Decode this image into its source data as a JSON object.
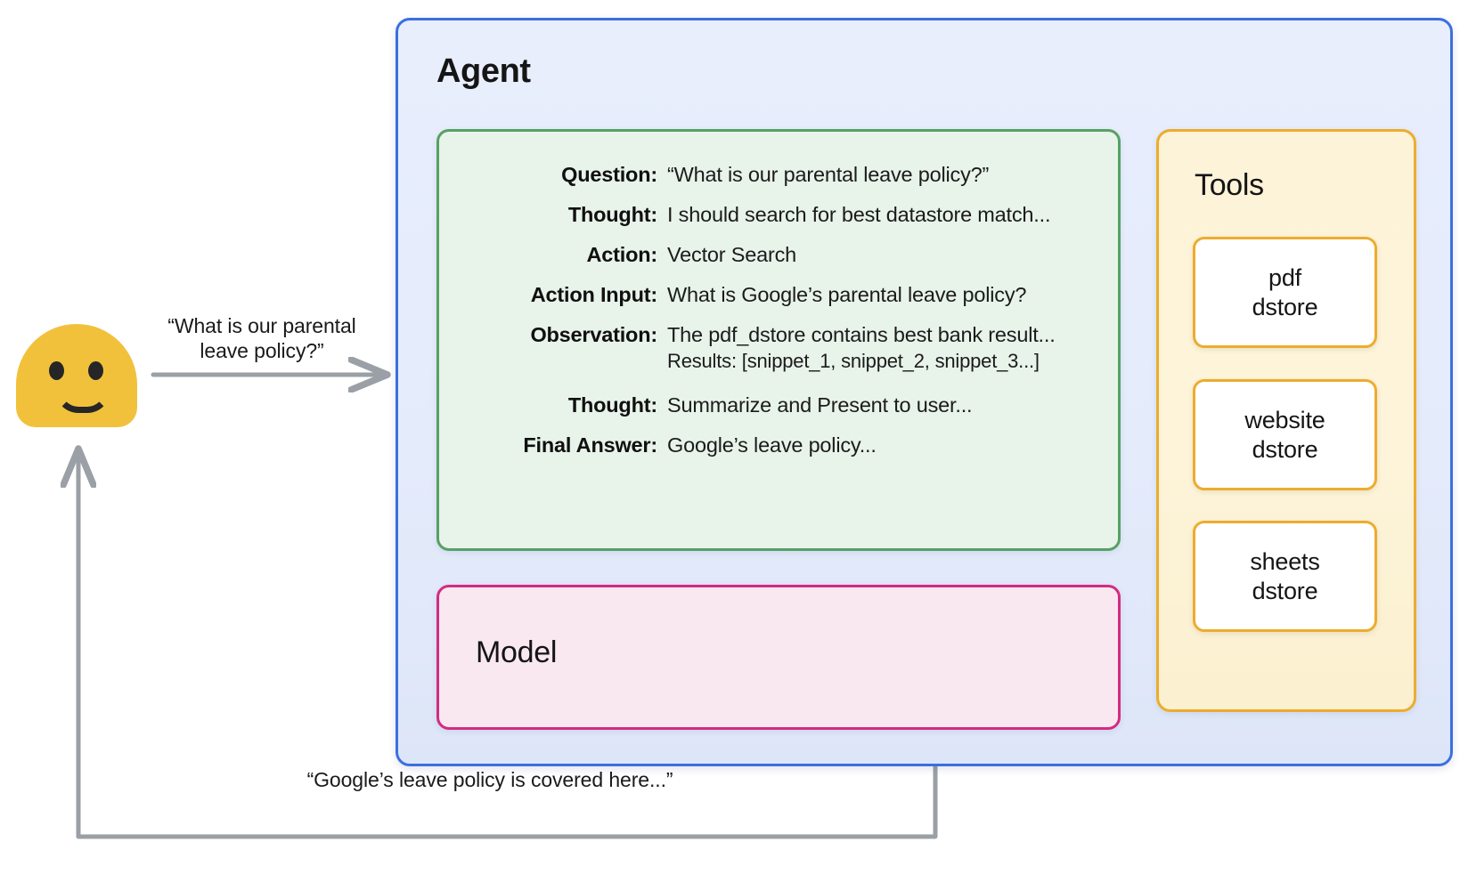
{
  "user": {
    "avatar_name": "user-avatar",
    "request_text": "“What is our parental leave policy?”",
    "response_text": "“Google’s leave policy is covered here...”"
  },
  "agent": {
    "title": "Agent",
    "trace": {
      "rows": [
        {
          "label": "Question:",
          "value": "“What is our parental leave policy?”",
          "sub": ""
        },
        {
          "label": "Thought:",
          "value": "I should search for best datastore match...",
          "sub": ""
        },
        {
          "label": "Action:",
          "value": "Vector Search",
          "sub": ""
        },
        {
          "label": "Action Input:",
          "value": "What is Google’s parental leave policy?",
          "sub": ""
        },
        {
          "label": "Observation:",
          "value": "The pdf_dstore contains best bank result...",
          "sub": "Results: [snippet_1, snippet_2, snippet_3...]"
        },
        {
          "label": "Thought:",
          "value": "Summarize and Present to user...",
          "sub": ""
        },
        {
          "label": "Final Answer:",
          "value": "Google’s leave policy...",
          "sub": ""
        }
      ]
    },
    "model": {
      "title": "Model"
    },
    "tools": {
      "title": "Tools",
      "items": [
        {
          "line1": "pdf",
          "line2": "dstore"
        },
        {
          "line1": "website",
          "line2": "dstore"
        },
        {
          "line1": "sheets",
          "line2": "dstore"
        }
      ]
    }
  },
  "colors": {
    "agent_border": "#3b6fe0",
    "agent_fill": "#e4ebfb",
    "trace_border": "#56a165",
    "trace_fill": "#e8f3e9",
    "model_border": "#d42b81",
    "model_fill": "#fae8f1",
    "tools_border": "#edac2e",
    "tools_fill": "#fdf4da",
    "tool_card_fill": "#ffffff",
    "avatar": "#f2c13c",
    "arrow": "#9aa0a6"
  }
}
